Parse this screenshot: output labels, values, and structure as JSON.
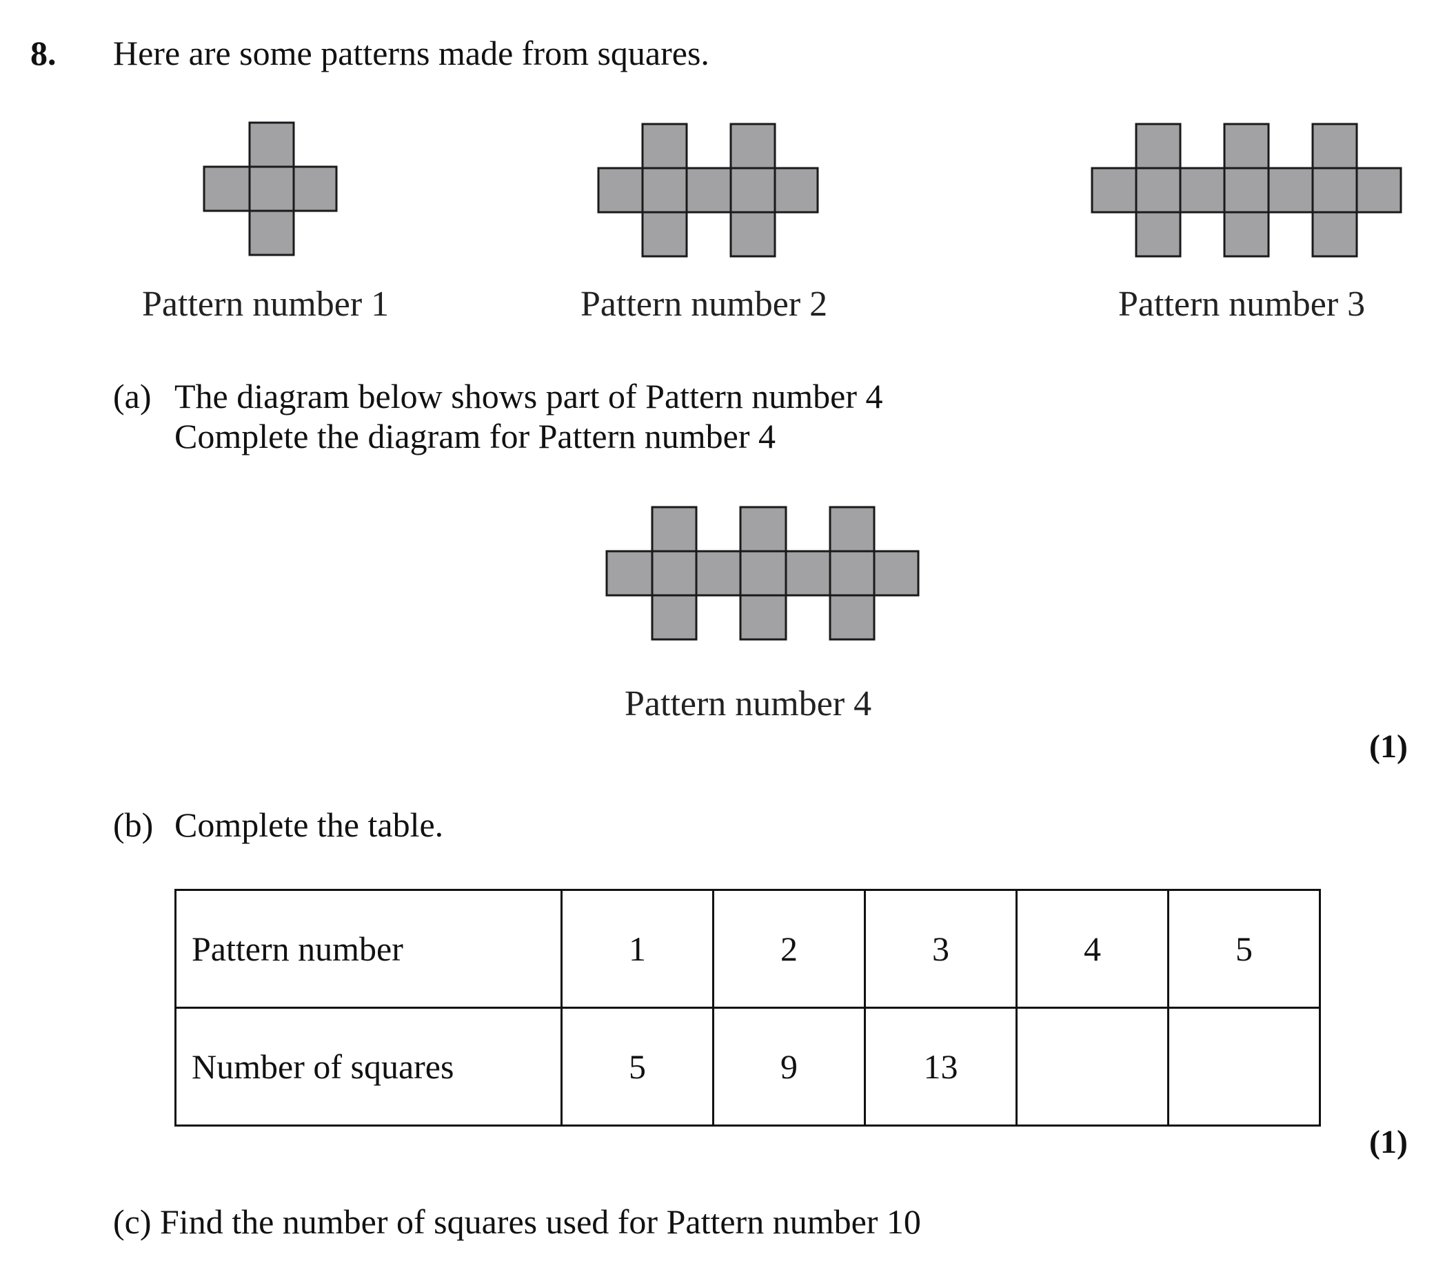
{
  "question": {
    "number": "8.",
    "intro": "Here are some patterns made from squares."
  },
  "patterns": [
    {
      "label": "Pattern number 1",
      "crosses": 1
    },
    {
      "label": "Pattern number 2",
      "crosses": 2
    },
    {
      "label": "Pattern number 3",
      "crosses": 3
    }
  ],
  "part_a": {
    "letter": "(a)",
    "line1": "The diagram below shows part of Pattern number 4",
    "line2": "Complete the diagram for Pattern number 4",
    "diagram_label": "Pattern number 4",
    "marks": "(1)"
  },
  "part_b": {
    "letter": "(b)",
    "text": "Complete the table.",
    "marks": "(1)",
    "table": {
      "row1_header": "Pattern number",
      "row1_values": [
        "1",
        "2",
        "3",
        "4",
        "5"
      ],
      "row2_header": "Number of squares",
      "row2_values": [
        "5",
        "9",
        "13",
        "",
        ""
      ]
    }
  },
  "part_c": {
    "text": "(c) Find the number of squares used for Pattern number 10"
  },
  "colors": {
    "square_fill": "#a2a2a4",
    "square_stroke": "#1a1a1a"
  }
}
